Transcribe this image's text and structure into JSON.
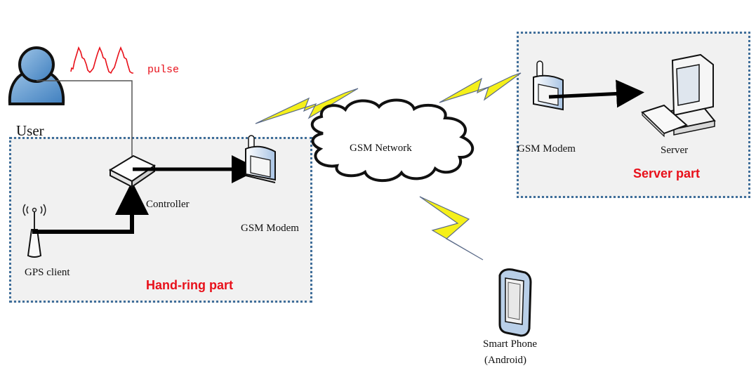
{
  "diagram": {
    "colors": {
      "box_border": "#3f6e9a",
      "box_fill": "#f1f1f1",
      "part_label": "#e8101a",
      "pulse": "#e8101a",
      "bolt": "#f5f01a",
      "arrow": "#000000"
    },
    "user": {
      "label": "User",
      "icon": "user-icon"
    },
    "pulse": {
      "label": "pulse",
      "icon": "pulse-waveform-icon"
    },
    "hand_ring_part": {
      "title": "Hand-ring part",
      "nodes": {
        "gps_client": {
          "label": "GPS client",
          "icon": "gps-antenna-icon"
        },
        "controller": {
          "label": "Controller",
          "icon": "controller-device-icon"
        },
        "gsm_modem": {
          "label": "GSM Modem",
          "icon": "gsm-modem-icon"
        }
      }
    },
    "gsm_network": {
      "label": "GSM Network",
      "icon": "cloud-icon"
    },
    "server_part": {
      "title": "Server part",
      "nodes": {
        "gsm_modem": {
          "label": "GSM Modem",
          "icon": "gsm-modem-icon"
        },
        "server": {
          "label": "Server",
          "icon": "computer-icon"
        }
      }
    },
    "smart_phone": {
      "label_line1": "Smart Phone",
      "label_line2": "(Android)",
      "icon": "smartphone-icon"
    },
    "links": [
      {
        "from": "User",
        "to": "Controller",
        "type": "line"
      },
      {
        "from": "GPS client",
        "to": "Controller",
        "type": "arrow"
      },
      {
        "from": "Controller",
        "to": "GSM Modem",
        "type": "arrow"
      },
      {
        "from": "GSM Modem",
        "to": "GSM Network",
        "type": "wireless"
      },
      {
        "from": "GSM Network",
        "to": "GSM Modem (Server)",
        "type": "wireless"
      },
      {
        "from": "GSM Modem (Server)",
        "to": "Server",
        "type": "arrow"
      },
      {
        "from": "GSM Network",
        "to": "Smart Phone",
        "type": "wireless"
      }
    ]
  }
}
